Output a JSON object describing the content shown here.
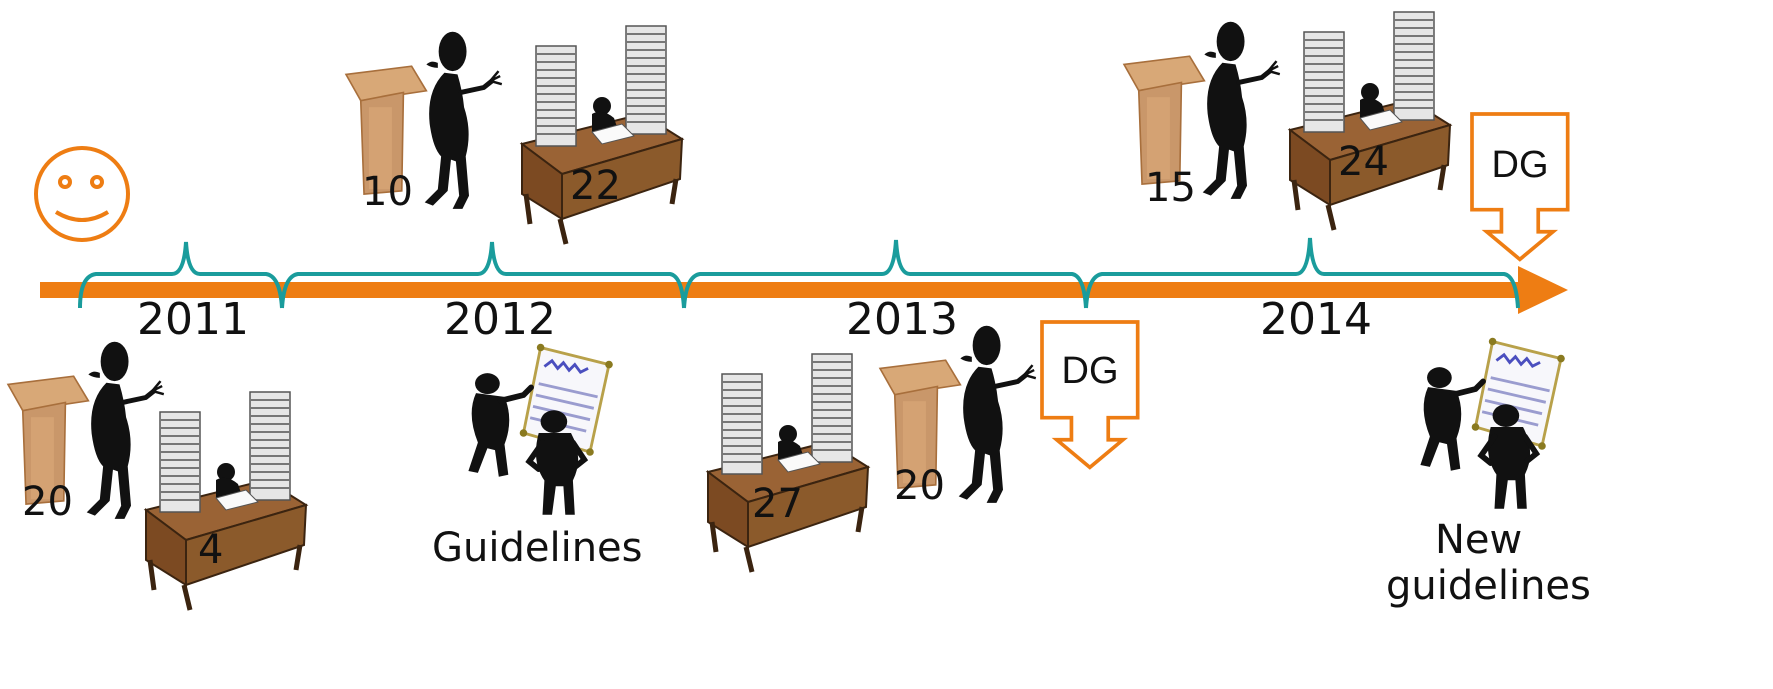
{
  "colors": {
    "accent_orange": "#ee7d13",
    "timeline_teal": "#1a9c9c",
    "podium_wood": "#c9976a",
    "desk_wood": "#8b5a2b",
    "silhouette": "#111111"
  },
  "timeline": {
    "years": [
      "2011",
      "2012",
      "2013",
      "2014"
    ]
  },
  "above": {
    "podium_2012": "10",
    "desk_2012": "22",
    "podium_2014": "15",
    "desk_2014": "24",
    "dg_end": "DG"
  },
  "below": {
    "podium_2011": "20",
    "desk_2011": "4",
    "guidelines": "Guidelines",
    "desk_2013": "27",
    "podium_2013": "20",
    "dg_2013": "DG",
    "new_guidelines_line1": "New",
    "new_guidelines_line2": "guidelines"
  },
  "icons": [
    "smiley-icon",
    "podium-speaker-icon",
    "desk-paper-stacks-icon",
    "poster-presentation-icon",
    "down-arrow-callout-icon"
  ]
}
